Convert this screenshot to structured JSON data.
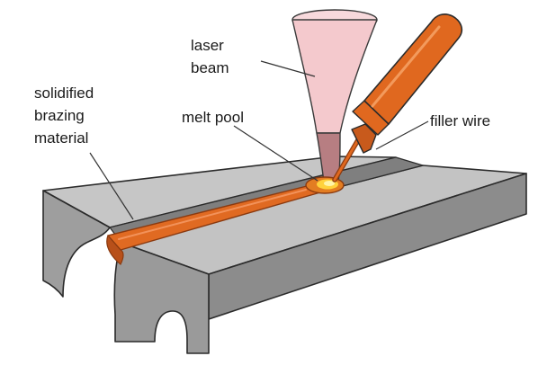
{
  "labels": {
    "laser_beam_line1": "laser",
    "laser_beam_line2": "beam",
    "solidified_line1": "solidified",
    "solidified_line2": "brazing",
    "solidified_line3": "material",
    "melt_pool": "melt pool",
    "filler_wire": "filler wire"
  },
  "colors": {
    "metal_face": "#9e9e9e",
    "metal_top": "#c6c6c6",
    "metal_dark": "#858585",
    "metal_outline": "#2b2b2b",
    "braze": "#e06a22",
    "braze_dark": "#b8501a",
    "beam": "#f4c9cd",
    "beam_lower": "#b77e82",
    "wire": "#e0681f",
    "pool_glow": "#ffd23c"
  }
}
